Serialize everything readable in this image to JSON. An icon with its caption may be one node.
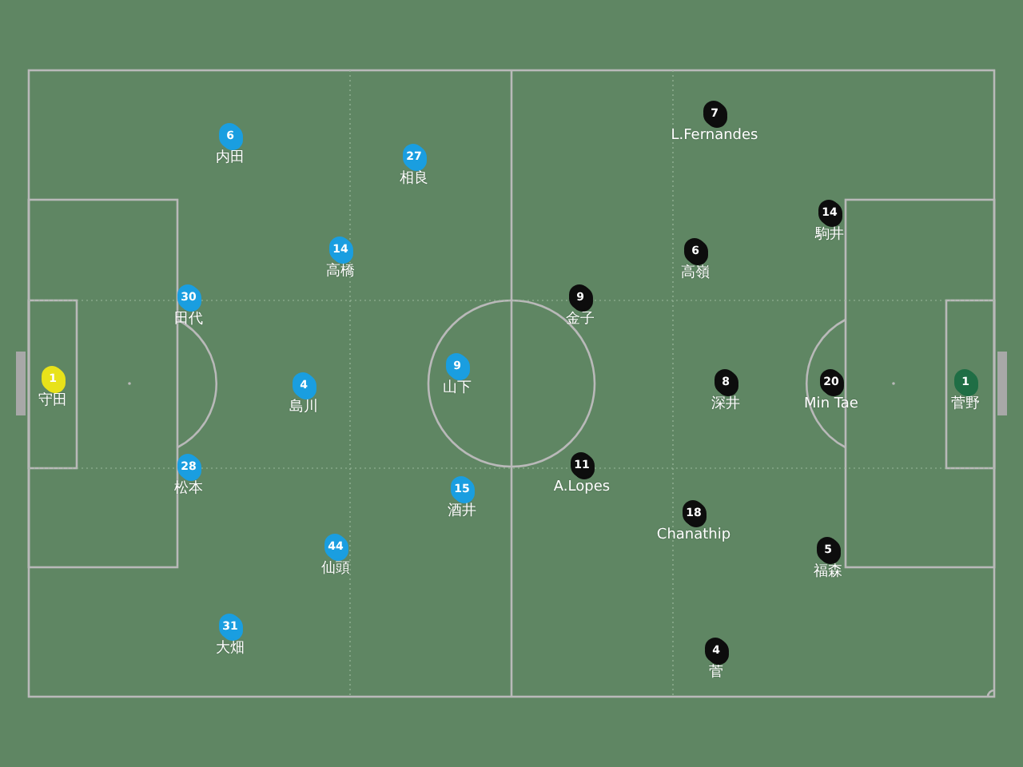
{
  "diagram": {
    "nodes": [
      {
        "text": [
          "6",
          "内田"
        ]
      },
      {
        "text": [
          "27",
          "相良"
        ]
      },
      {
        "text": [
          "14",
          "高橋"
        ]
      },
      {
        "text": [
          "30",
          "田代"
        ]
      },
      {
        "text": [
          "1",
          "守田"
        ]
      },
      {
        "text": [
          "4",
          "島川"
        ]
      },
      {
        "text": [
          "9",
          "山下"
        ]
      },
      {
        "text": [
          "28",
          "松本"
        ]
      },
      {
        "text": [
          "15",
          "酒井"
        ]
      },
      {
        "text": [
          "44",
          "仙頭"
        ]
      },
      {
        "text": [
          "31",
          "大畑"
        ]
      },
      {
        "text": [
          "7",
          "L.Fernandes"
        ]
      },
      {
        "text": [
          "14",
          "駒井"
        ]
      },
      {
        "text": [
          "6",
          "高嶺"
        ]
      },
      {
        "text": [
          "9",
          "金子"
        ]
      },
      {
        "text": [
          "8",
          "深井"
        ]
      },
      {
        "text": [
          "20",
          "Min Tae"
        ]
      },
      {
        "text": [
          "1",
          "菅野"
        ]
      },
      {
        "text": [
          "11",
          "A.Lopes"
        ]
      },
      {
        "text": [
          "18",
          "Chanathip"
        ]
      },
      {
        "text": [
          "5",
          "福森"
        ]
      },
      {
        "text": [
          "4",
          "菅"
        ]
      }
    ]
  }
}
